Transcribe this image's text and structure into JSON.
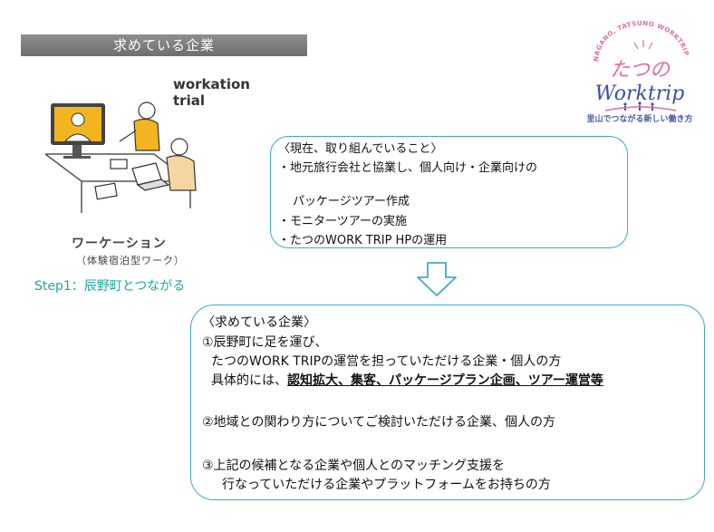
{
  "banner": {
    "title": "求めている企業"
  },
  "logo": {
    "arc_text": "NAGANO, TATSUNO WORKTRIP",
    "title_jp": "たつの",
    "title_en": "Worktrip",
    "tagline": "里山でつながる新しい働き方"
  },
  "illustration": {
    "line1": "workation",
    "line2": "trial"
  },
  "workcation": {
    "title": "ワーケーション",
    "subtitle": "（体験宿泊型ワーク）",
    "step": "Step1：辰野町とつながる"
  },
  "current": {
    "heading": "〈現在、取り組んでいること〉",
    "item1": "・地元旅行会社と協業し、個人向け・企業向けの",
    "item1b": "パッケージツアー作成",
    "item2": "・モニターツアーの実施",
    "item3": "・たつのWORK TRIP HPの運用"
  },
  "seeking": {
    "heading": "〈求めている企業〉",
    "p1_line1": "①辰野町に足を運び、",
    "p1_line2": "たつのWORK TRIPの運営を担っていただける企業・個人の方",
    "p1_line3_prefix": "具体的には、",
    "p1_line3_bold": "認知拡大、集客、パッケージプラン企画、ツアー運営等",
    "p2": "②地域との関わり方についてご検討いただける企業、個人の方",
    "p3_line1": "③上記の候補となる企業や個人とのマッチング支援を",
    "p3_line2": "行なっていただける企業やプラットフォームをお持ちの方"
  },
  "colors": {
    "box_border": "#3ea7d9",
    "step_text": "#1aa89f",
    "banner_bg": "#7a7a7a",
    "logo_pink": "#e46aa0",
    "logo_blue": "#3b4fa0"
  }
}
